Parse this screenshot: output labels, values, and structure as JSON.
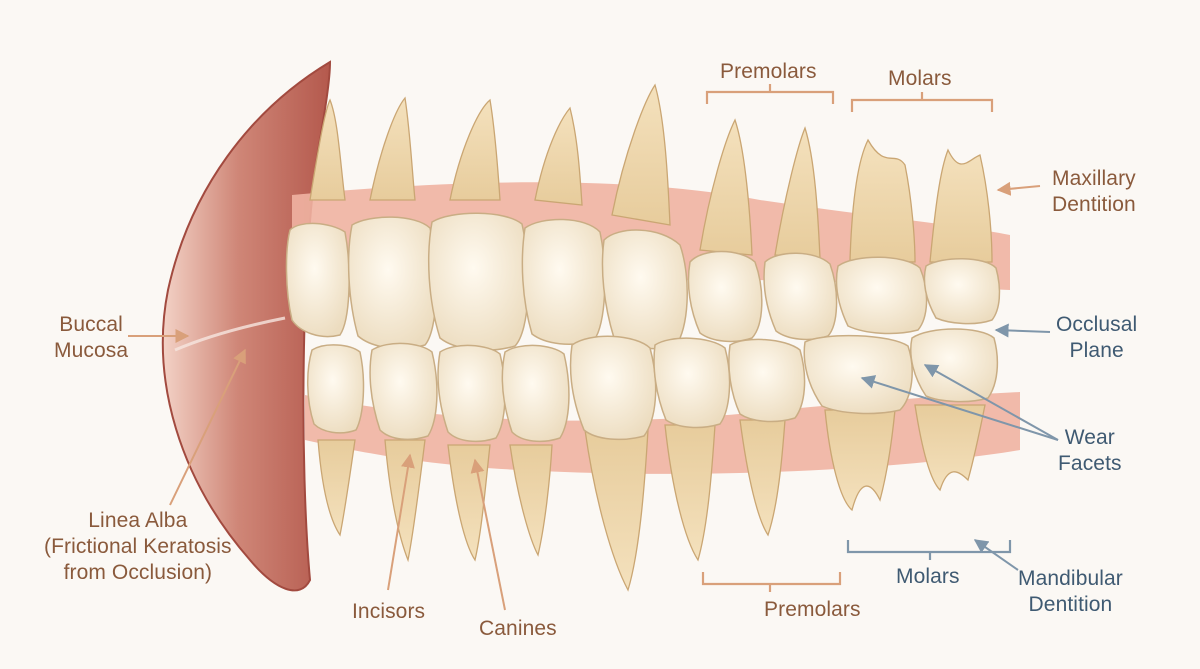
{
  "colors": {
    "brown_label": "#8a5a3c",
    "blue_label": "#3f5a72",
    "brown_pointer": "#d9a07a",
    "blue_pointer": "#7f96aa",
    "gum": "#f0b2a2",
    "tooth": "#f7eedd",
    "cheek": "#c9786a"
  },
  "labels": {
    "premolars_top": "Premolars",
    "molars_top": "Molars",
    "maxillary": [
      "Maxillary",
      "Dentition"
    ],
    "occlusal": [
      "Occlusal",
      "Plane"
    ],
    "wear": [
      "Wear",
      "Facets"
    ],
    "buccal": [
      "Buccal",
      "Mucosa"
    ],
    "linea": [
      "Linea Alba",
      "(Frictional Keratosis",
      "from Occlusion)"
    ],
    "incisors": "Incisors",
    "canines": "Canines",
    "premolars_bottom": "Premolars",
    "molars_bottom": "Molars",
    "mandibular": [
      "Mandibular",
      "Dentition"
    ]
  }
}
